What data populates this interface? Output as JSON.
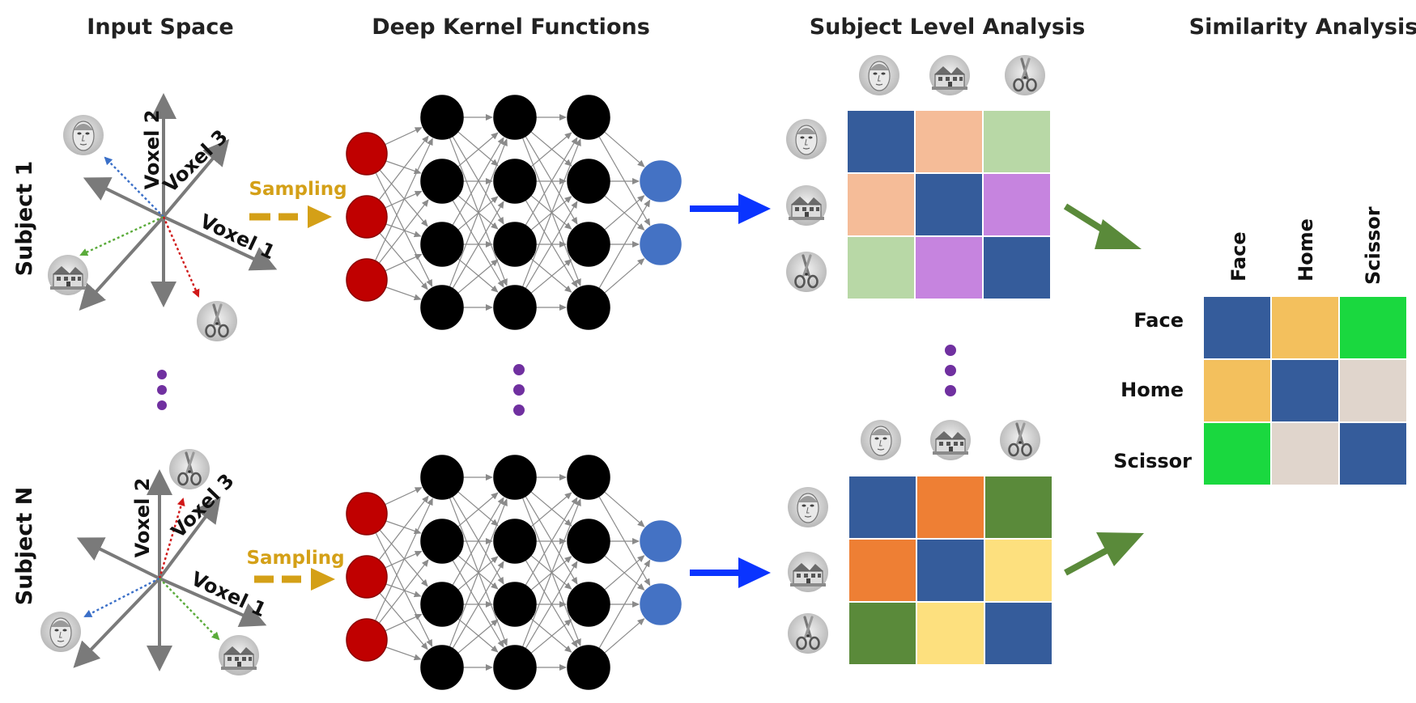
{
  "headers": {
    "input_space": "Input Space",
    "deep_kernel": "Deep Kernel Functions",
    "subject_level": "Subject Level Analysis",
    "similarity": "Similarity Analysis"
  },
  "subjects": {
    "first": "Subject 1",
    "last": "Subject N"
  },
  "axes": {
    "voxel1": "Voxel 1",
    "voxel2": "Voxel 2",
    "voxel3": "Voxel 3"
  },
  "sampling_label": "Sampling",
  "similarity_matrix": {
    "columns": [
      "Face",
      "Home",
      "Scissor"
    ],
    "rows": [
      "Face",
      "Home",
      "Scissor"
    ],
    "colors": [
      [
        "#355c9b",
        "#f3c05d",
        "#1ad83f"
      ],
      [
        "#f3c05d",
        "#355c9b",
        "#e0d5cc"
      ],
      [
        "#1ad83f",
        "#e0d5cc",
        "#355c9b"
      ]
    ]
  },
  "subject1_matrix_colors": [
    [
      "#355c9b",
      "#f5bc98",
      "#b8d8a6"
    ],
    [
      "#f5bc98",
      "#355c9b",
      "#c684df"
    ],
    [
      "#b8d8a6",
      "#c684df",
      "#355c9b"
    ]
  ],
  "subjectN_matrix_colors": [
    [
      "#355c9b",
      "#ee7f34",
      "#5a8a3a"
    ],
    [
      "#ee7f34",
      "#355c9b",
      "#fde07e"
    ],
    [
      "#5a8a3a",
      "#fde07e",
      "#355c9b"
    ]
  ],
  "colors": {
    "input_node": "#c00000",
    "hidden_node": "#000000",
    "output_node": "#4472c4",
    "sampling": "#d4a017",
    "blue_arrow": "#0a34ff",
    "green_arrow": "#5a8a3a",
    "ellipsis": "#7030a0",
    "axis": "#7a7a7a"
  },
  "stimuli": [
    "face",
    "home",
    "scissor"
  ]
}
